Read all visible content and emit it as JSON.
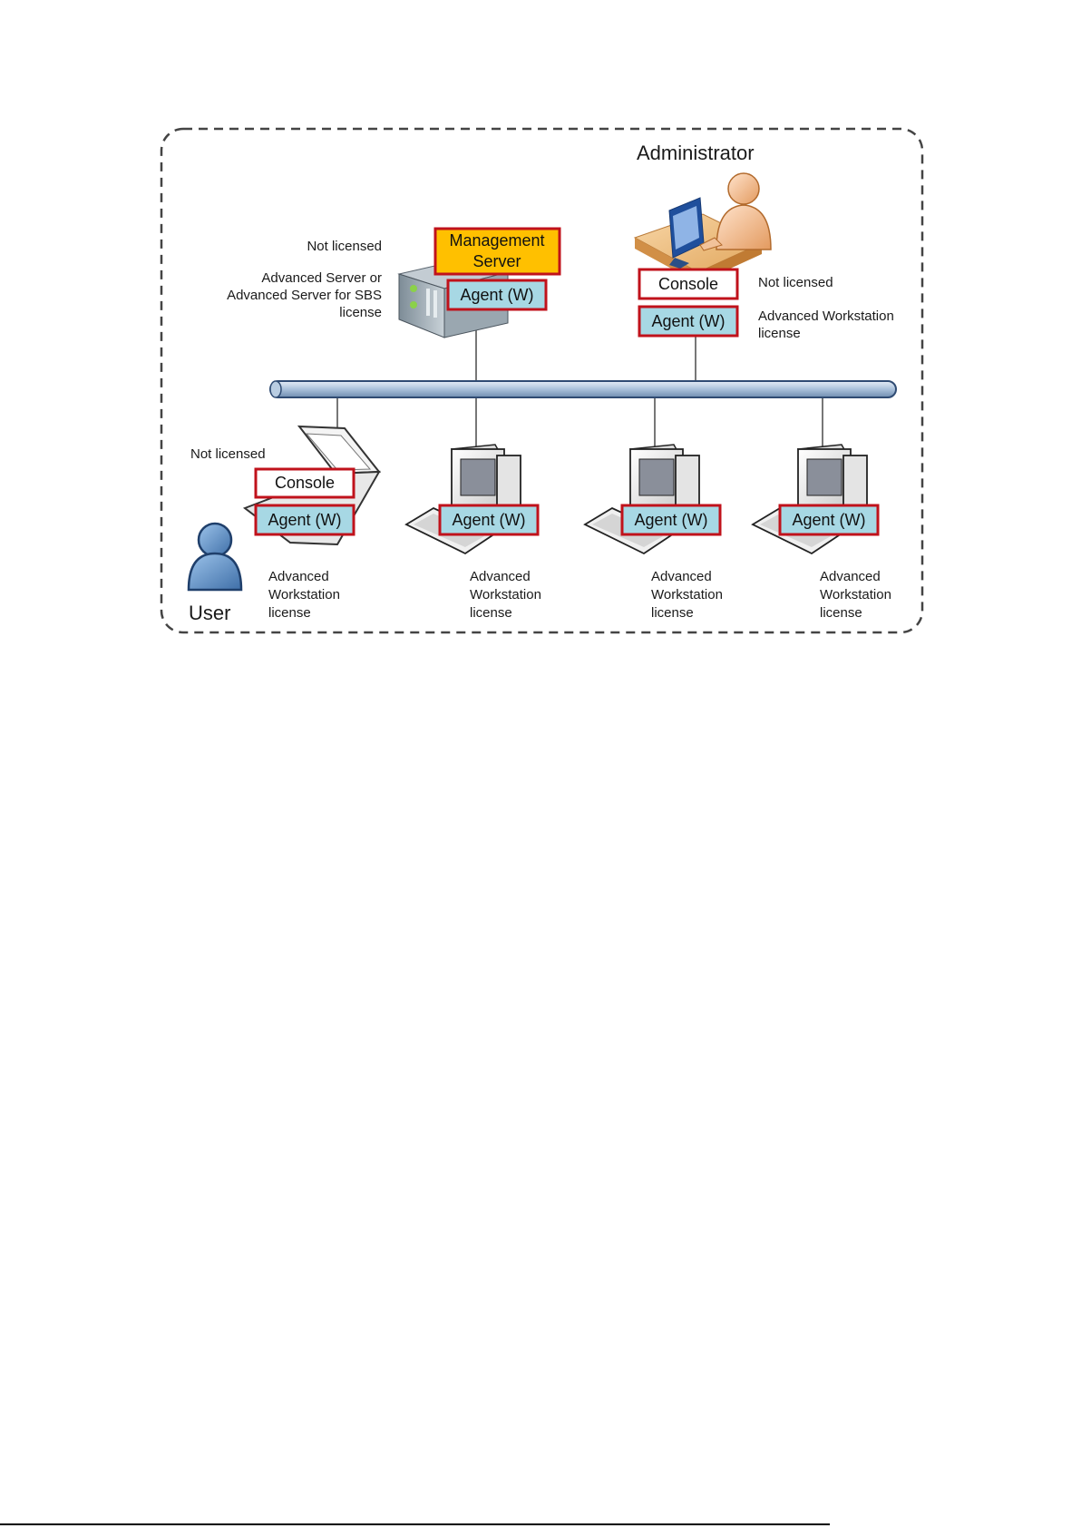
{
  "diagram": {
    "roles": {
      "administrator": "Administrator",
      "user": "User"
    },
    "management_server": {
      "box_label_line1": "Management",
      "box_label_line2": "Server",
      "not_licensed": "Not licensed",
      "license_line1": "Advanced Server or",
      "license_line2": "Advanced Server for SBS",
      "license_line3": "license"
    },
    "admin_machine": {
      "not_licensed": "Not licensed",
      "license_line1": "Advanced Workstation",
      "license_line2": "license"
    },
    "user_laptop": {
      "not_licensed": "Not licensed"
    },
    "components": {
      "agent": "Agent (W)",
      "console": "Console"
    },
    "workstation_license": {
      "line1": "Advanced",
      "line2": "Workstation",
      "line3": "license"
    },
    "colors": {
      "agent_fill": "#a7d8e4",
      "box_border": "#c0121b",
      "management_fill": "#ffc000",
      "network_bus": "#b9cde2",
      "dashed_frame": "#444444"
    }
  }
}
